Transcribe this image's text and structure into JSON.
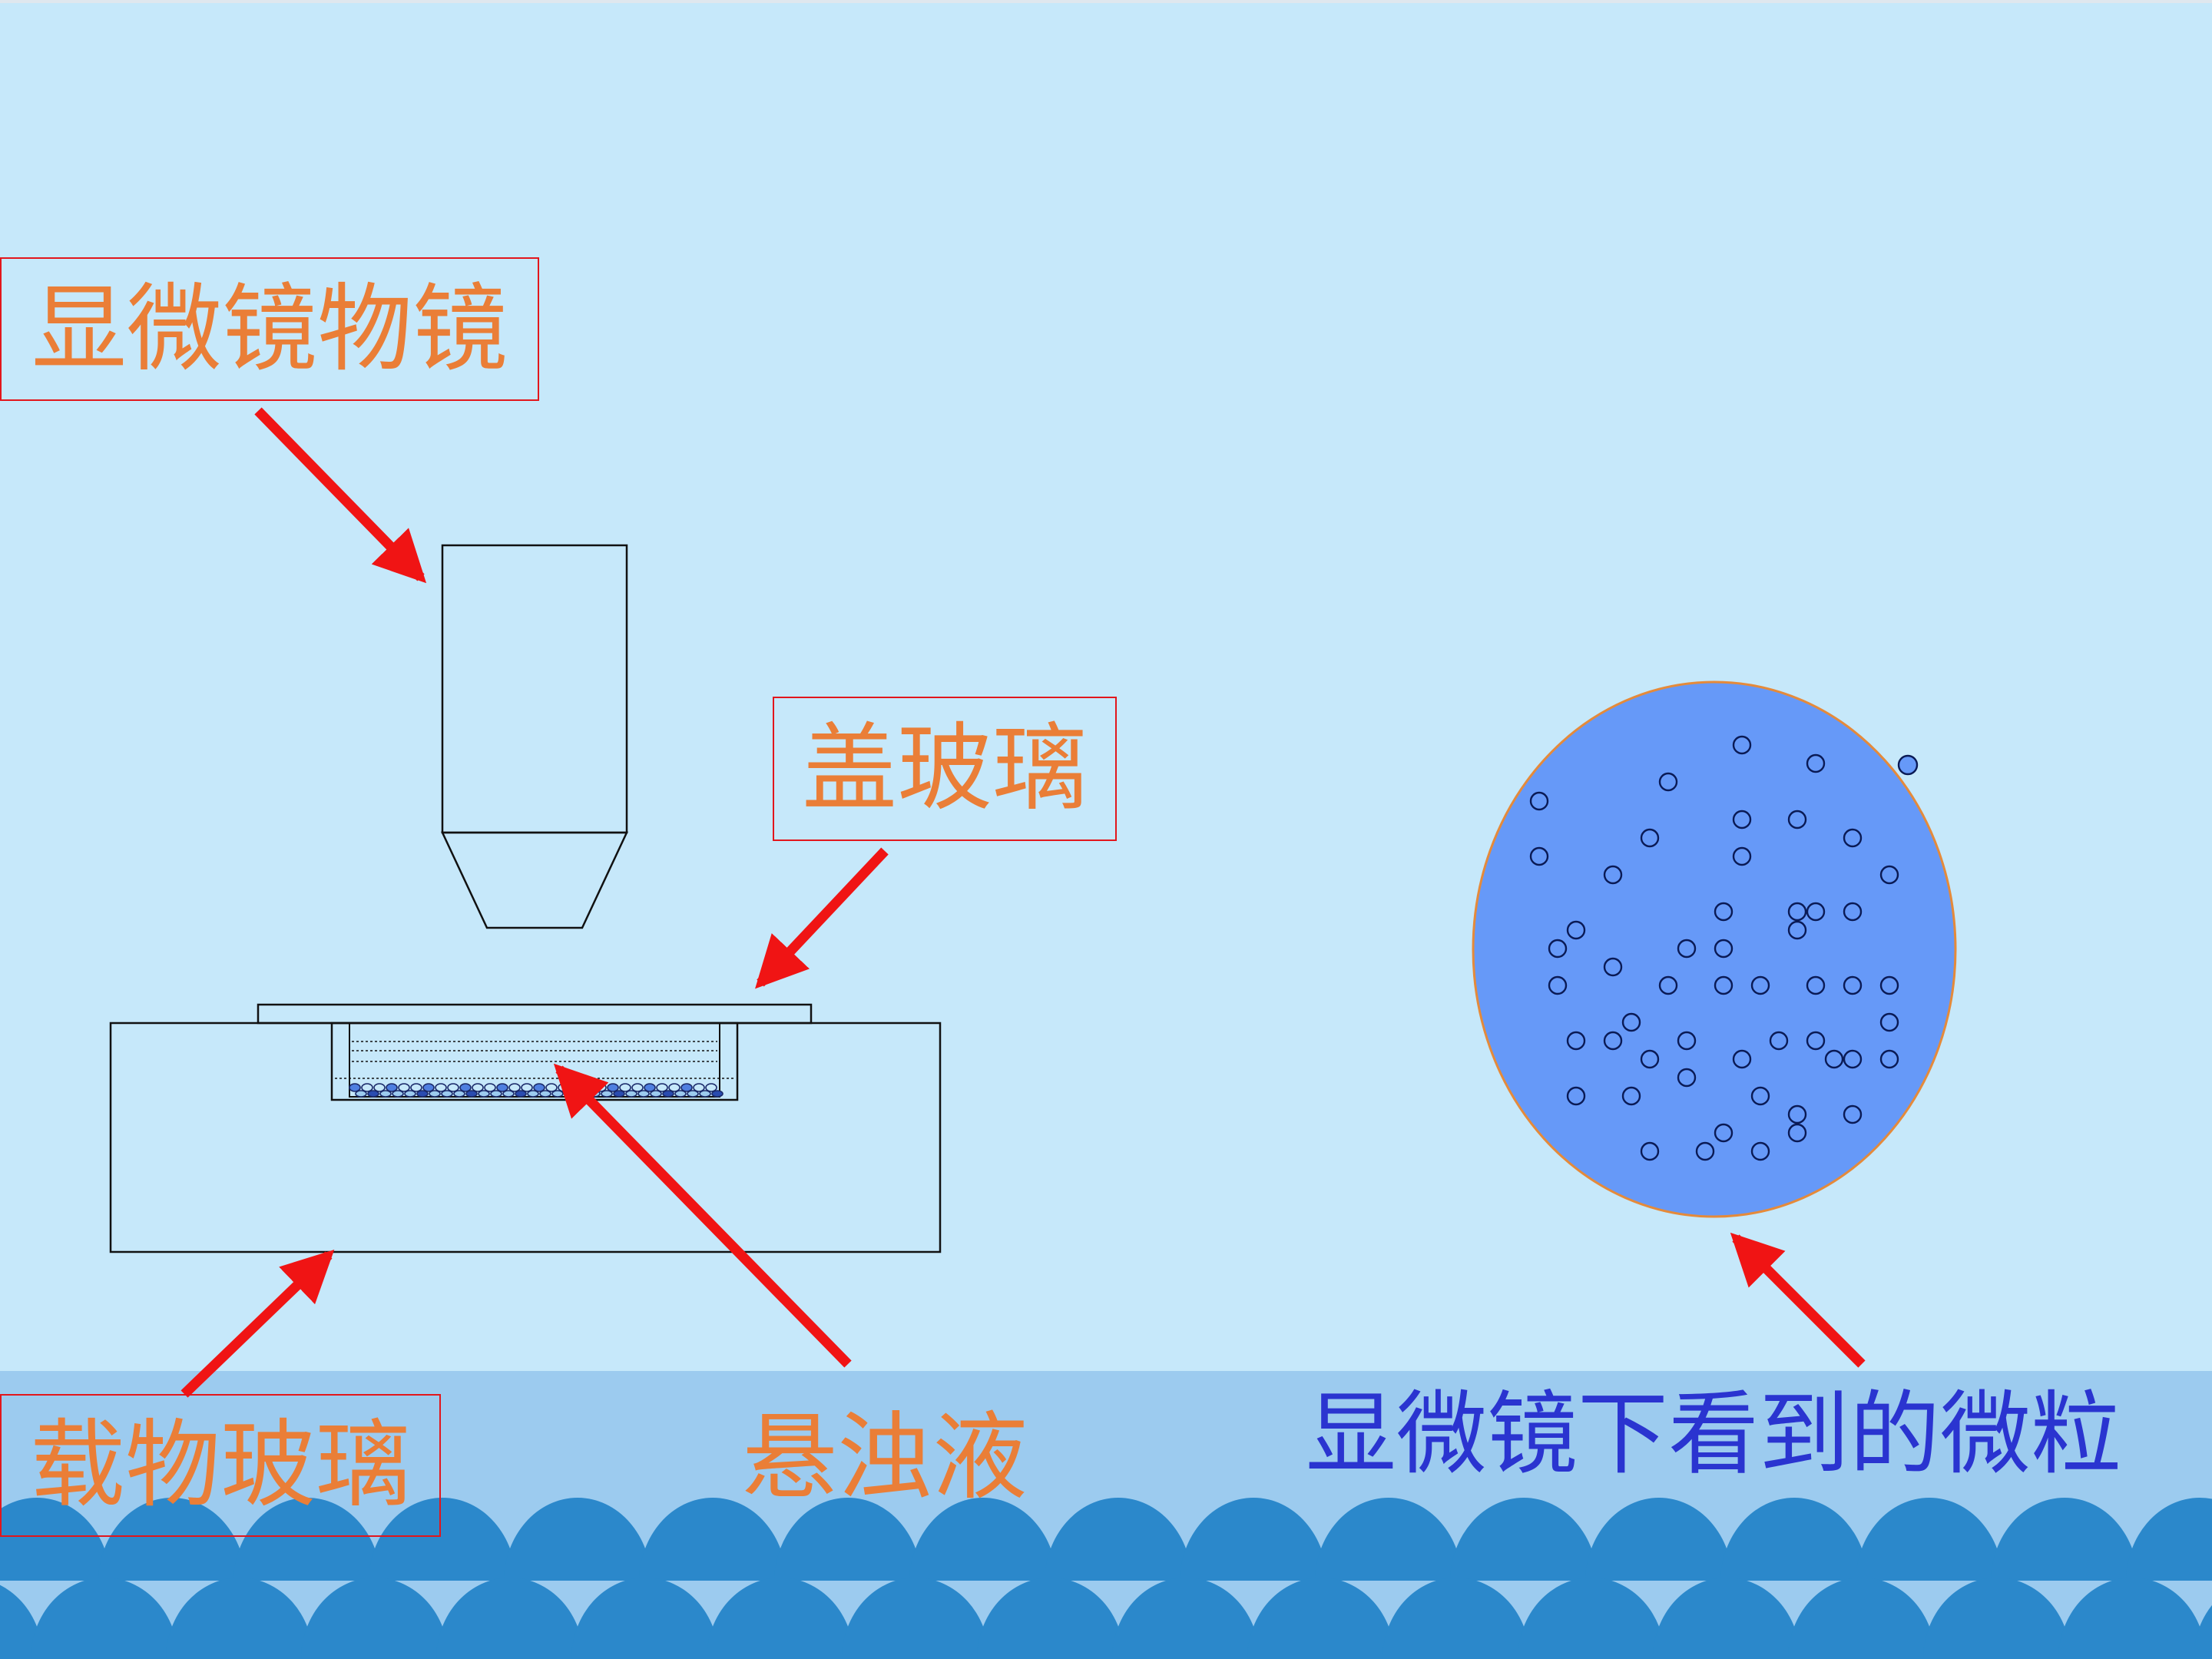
{
  "labels": {
    "objective": "显微镜物镜",
    "cover_glass": "盖玻璃",
    "slide": "载物玻璃",
    "suspension": "悬浊液",
    "particles_view": "显微镜下看到的微粒"
  },
  "colors": {
    "background": "#c6e8fa",
    "band": "#9ccbef",
    "scallop": "#2b88cb",
    "label_orange": "#ea7e37",
    "label_blue": "#2a34d0",
    "box_border": "#e2161c",
    "arrow": "#f01414",
    "view_fill": "#6699f8",
    "view_border": "#e58a3a"
  }
}
